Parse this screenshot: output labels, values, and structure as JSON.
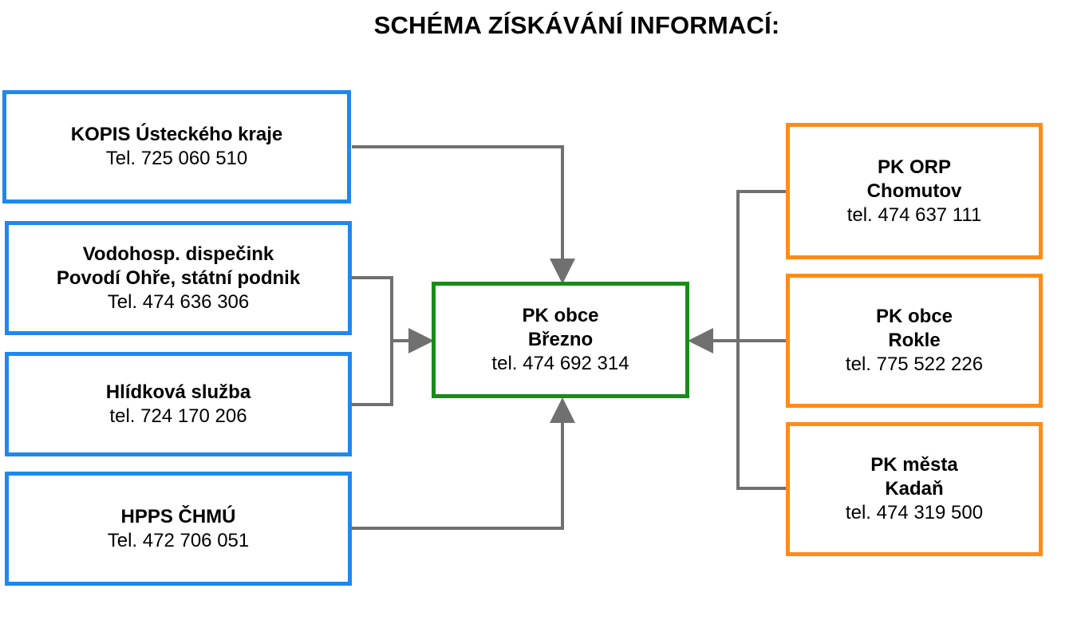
{
  "diagram": {
    "title": "SCHÉMA ZÍSKÁVÁNÍ INFORMACÍ:",
    "colors": {
      "source_border": "#1e88f0",
      "neighbor_border": "#ff8c1a",
      "center_border": "#1b8a1b",
      "connector": "#707070"
    },
    "center": {
      "name_line1": "PK obce",
      "name_line2": "Březno",
      "phone": "tel. 474 692 314"
    },
    "sources": [
      {
        "name_line1": "KOPIS Ústeckého kraje",
        "phone": "Tel. 725 060 510"
      },
      {
        "name_line1": "Vodohosp. dispečink",
        "name_line2": "Povodí Ohře, státní podnik",
        "phone": "Tel. 474 636 306"
      },
      {
        "name_line1": "Hlídková služba",
        "phone": "tel. 724 170 206"
      },
      {
        "name_line1": "HPPS ČHMÚ",
        "phone": "Tel. 472 706 051"
      }
    ],
    "neighbors": [
      {
        "name_line1": "PK ORP",
        "name_line2": "Chomutov",
        "phone": "tel. 474 637 111"
      },
      {
        "name_line1": "PK obce",
        "name_line2": "Rokle",
        "phone": "tel. 775 522 226"
      },
      {
        "name_line1": "PK města",
        "name_line2": "Kadaň",
        "phone": "tel. 474 319 500"
      }
    ]
  }
}
